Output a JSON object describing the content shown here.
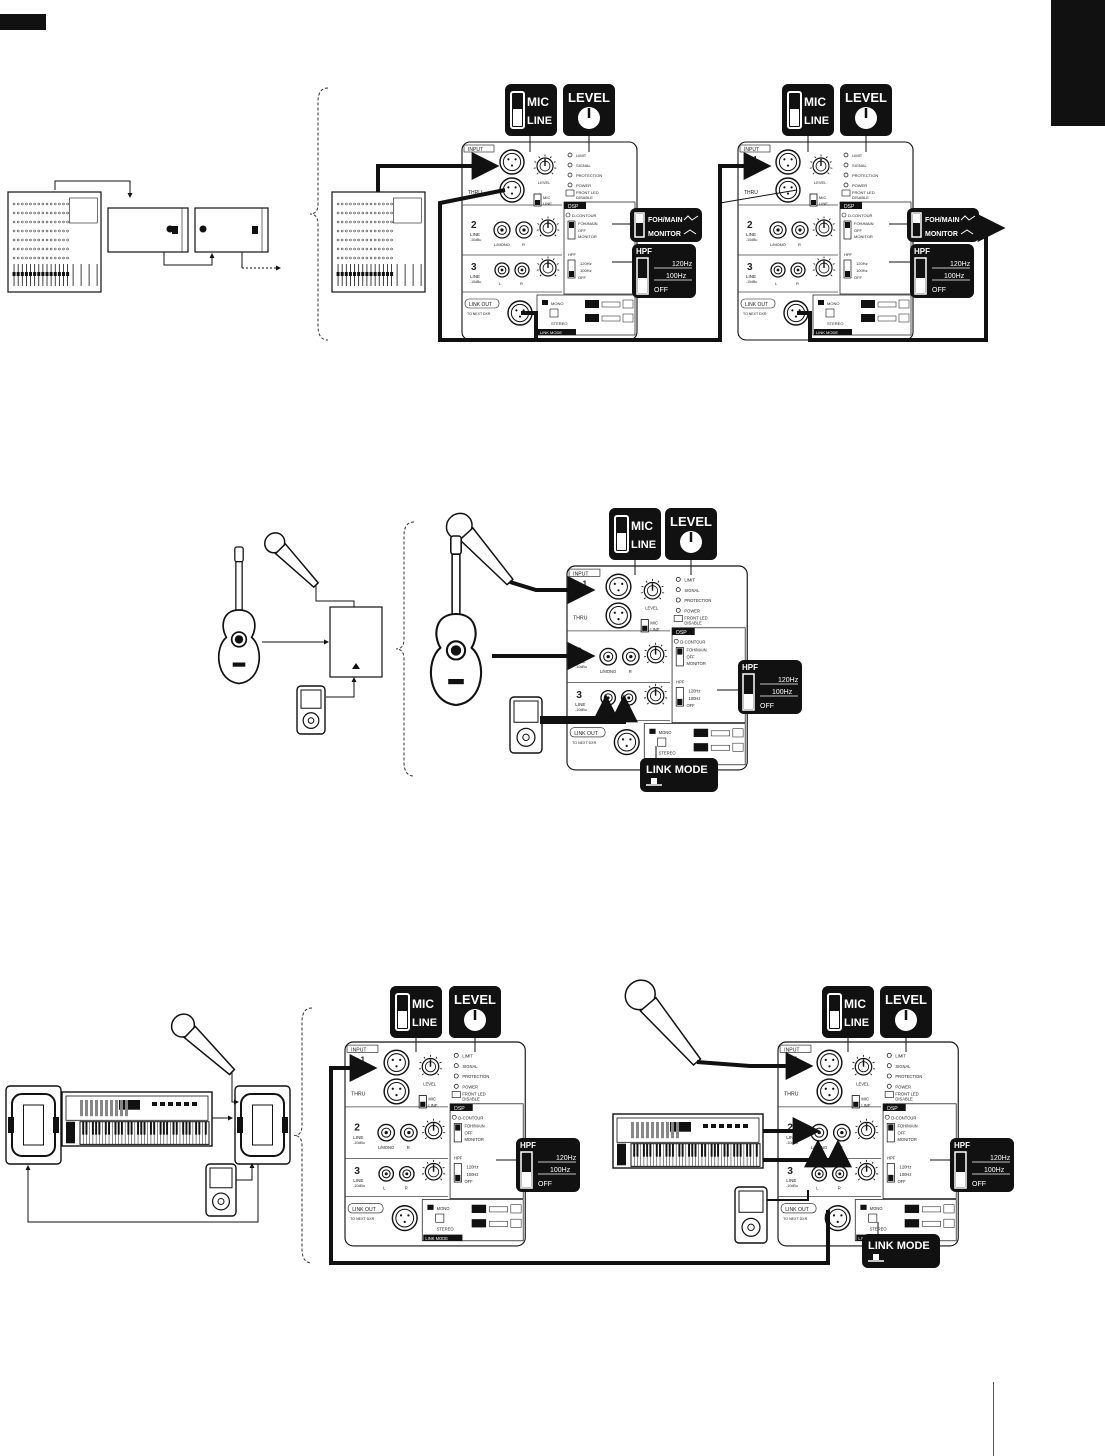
{
  "callouts": {
    "mic": "MIC",
    "line": "LINE",
    "level": "LEVEL",
    "hpf": "HPF",
    "hpf_120": "120Hz",
    "hpf_100": "100Hz",
    "hpf_off": "OFF",
    "foh_main": "FOH/MAIN",
    "monitor": "MONITOR",
    "link_mode": "LINK MODE"
  },
  "panel": {
    "input": "INPUT",
    "ch1": "1",
    "thru": "THRU",
    "ch2": "2",
    "ch2_line": "LINE",
    "ch2_level": "-10dBu",
    "ch3": "3",
    "ch3_line": "LINE",
    "ch3_level": "-10dBu",
    "l_mono": "L/MONO",
    "r": "R",
    "l": "L",
    "level": "LEVEL",
    "limit": "LIMIT",
    "signal": "SIGNAL",
    "protection": "PROTECTION",
    "power": "POWER",
    "front_led": "FRONT LED",
    "disable": "DISABLE",
    "dsp": "DSP",
    "d_contour": "D-CONTOUR",
    "foh_main": "FOH/MAIN",
    "off": "OFF",
    "monitor": "MONITOR",
    "hpf": "HPF",
    "hz120": "120Hz",
    "hz100": "100Hz",
    "link_out": "LINK OUT",
    "to_next_dxr": "TO NEXT DXR",
    "mono": "MONO",
    "stereo": "STEREO",
    "link_mode": "LINK MODE",
    "mic": "MIC",
    "line": "LINE"
  },
  "colors": {
    "ink": "#111111",
    "paper": "#ffffff",
    "panel_line": "#333333"
  },
  "icons": [
    "mixer-icon",
    "speaker-icon",
    "microphone-icon",
    "acoustic-guitar-icon",
    "music-player-icon",
    "keyboard-synth-icon",
    "arrow-icon",
    "brace-icon"
  ]
}
